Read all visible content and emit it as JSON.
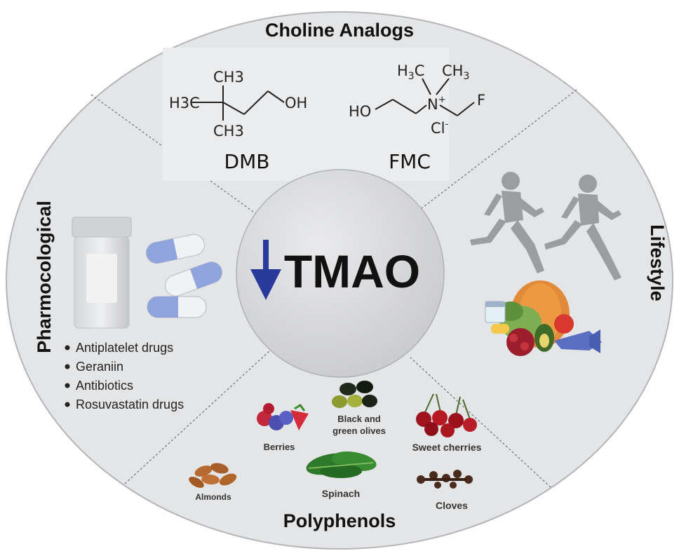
{
  "center": {
    "arrow": "down-arrow-icon",
    "label": "TMAO"
  },
  "sections": {
    "choline": {
      "title": "Choline Analogs",
      "dmb": {
        "ch3_top": "CH3",
        "h3c": "H3C",
        "oh": "OH",
        "ch3_bottom": "CH3",
        "name": "DMB"
      },
      "fmc": {
        "h3c": "H3C",
        "ch3": "CH3",
        "n_plus": "N+",
        "f": "F",
        "ho": "HO",
        "cl": "Cl-",
        "name": "FMC"
      }
    },
    "pharmacological": {
      "title": "Pharmocological",
      "items": [
        "Antiplatelet drugs",
        "Geraniin",
        "Antibiotics",
        "Rosuvastatin drugs"
      ]
    },
    "lifestyle": {
      "title": "Lifestyle"
    },
    "polyphenols": {
      "title": "Polyphenols",
      "foods": {
        "berries": "Berries",
        "olives_line1": "Black and",
        "olives_line2": "green olives",
        "cherries": "Sweet cherries",
        "almonds": "Almonds",
        "spinach": "Spinach",
        "cloves": "Cloves"
      }
    }
  },
  "colors": {
    "ring_fill": "#e4e5e7",
    "ring_stroke": "#b4b5b8",
    "center_fill": "#d2d3d5",
    "arrow": "#2a3a9a",
    "capsule_blue": "#8fa3dc",
    "text": "#111111"
  }
}
